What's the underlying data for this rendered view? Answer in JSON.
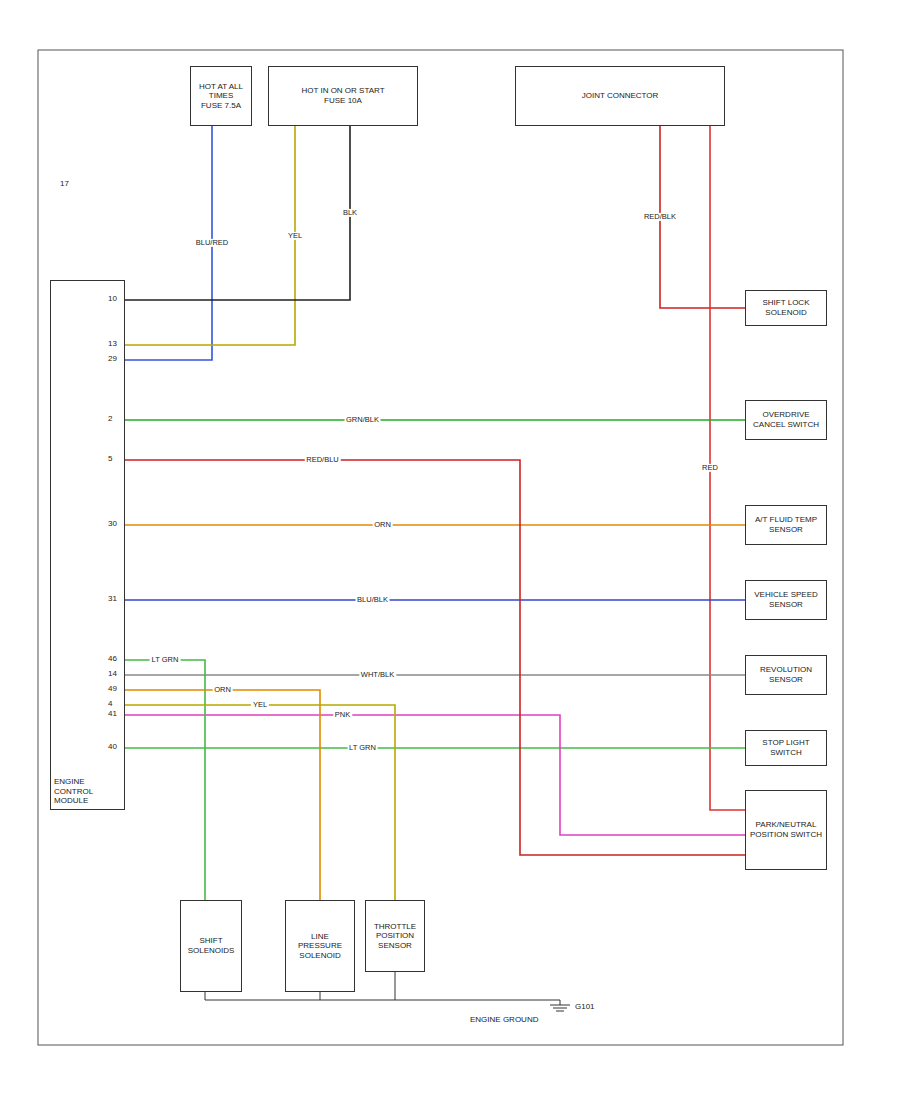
{
  "diagram": {
    "nodes": [
      {
        "text": [
          "HOT AT ALL TIMES",
          "FUSE 7.5A"
        ]
      },
      {
        "text": [
          "HOT IN ON OR START",
          "FUSE 10A"
        ]
      },
      {
        "text": [
          "JOINT CONNECTOR"
        ]
      },
      {
        "text": [
          "ENGINE CONTROL MODULE"
        ]
      },
      {
        "text": [
          "SHIFT LOCK SOLENOID"
        ]
      },
      {
        "text": [
          "OVERDRIVE CANCEL SWITCH"
        ]
      },
      {
        "text": [
          "A/T FLUID TEMP SENSOR"
        ]
      },
      {
        "text": [
          "VEHICLE SPEED SENSOR"
        ]
      },
      {
        "text": [
          "REVOLUTION SENSOR"
        ]
      },
      {
        "text": [
          "STOP LIGHT SWITCH"
        ]
      },
      {
        "text": [
          "PARK/NEUTRAL POSITION SWITCH"
        ]
      },
      {
        "text": [
          "SHIFT SOLENOIDS"
        ]
      },
      {
        "text": [
          "LINE PRESSURE SOLENOID"
        ]
      },
      {
        "text": [
          "THROTTLE POSITION SENSOR"
        ]
      }
    ],
    "edges": [
      {
        "from": 0,
        "to": 3,
        "label": "BLU/RED",
        "arrow": "none"
      },
      {
        "from": 1,
        "to": 3,
        "label": "YEL",
        "arrow": "none"
      },
      {
        "from": 1,
        "to": 3,
        "label": "BLK",
        "arrow": "none"
      },
      {
        "from": 2,
        "to": 4,
        "label": "RED/BLK",
        "arrow": "none"
      },
      {
        "from": 2,
        "to": 10,
        "label": "RED",
        "arrow": "none"
      },
      {
        "from": 3,
        "to": 5,
        "label": "GRN/BLK",
        "arrow": "none"
      },
      {
        "from": 3,
        "to": 6,
        "label": "ORN",
        "arrow": "none"
      },
      {
        "from": 3,
        "to": 7,
        "label": "BLU/BLK",
        "arrow": "none"
      },
      {
        "from": 3,
        "to": 8,
        "label": "WHT/BLK",
        "arrow": "none"
      },
      {
        "from": 3,
        "to": 9,
        "label": "LT GRN",
        "arrow": "none"
      },
      {
        "from": 3,
        "to": 10,
        "label": "PNK",
        "arrow": "none"
      },
      {
        "from": 3,
        "to": 11,
        "label": "LT GRN",
        "arrow": "none"
      },
      {
        "from": 3,
        "to": 12,
        "label": "ORN",
        "arrow": "none"
      },
      {
        "from": 3,
        "to": 13,
        "label": "YEL",
        "arrow": "none"
      },
      {
        "from": 3,
        "to": 10,
        "label": "RED/BLU",
        "arrow": "none"
      }
    ],
    "labels": [
      "29",
      "13",
      "10",
      "2",
      "30",
      "31",
      "14",
      "40",
      "41",
      "46",
      "49",
      "4",
      "5",
      "17",
      "ENGINE GROUND",
      "G101"
    ]
  }
}
